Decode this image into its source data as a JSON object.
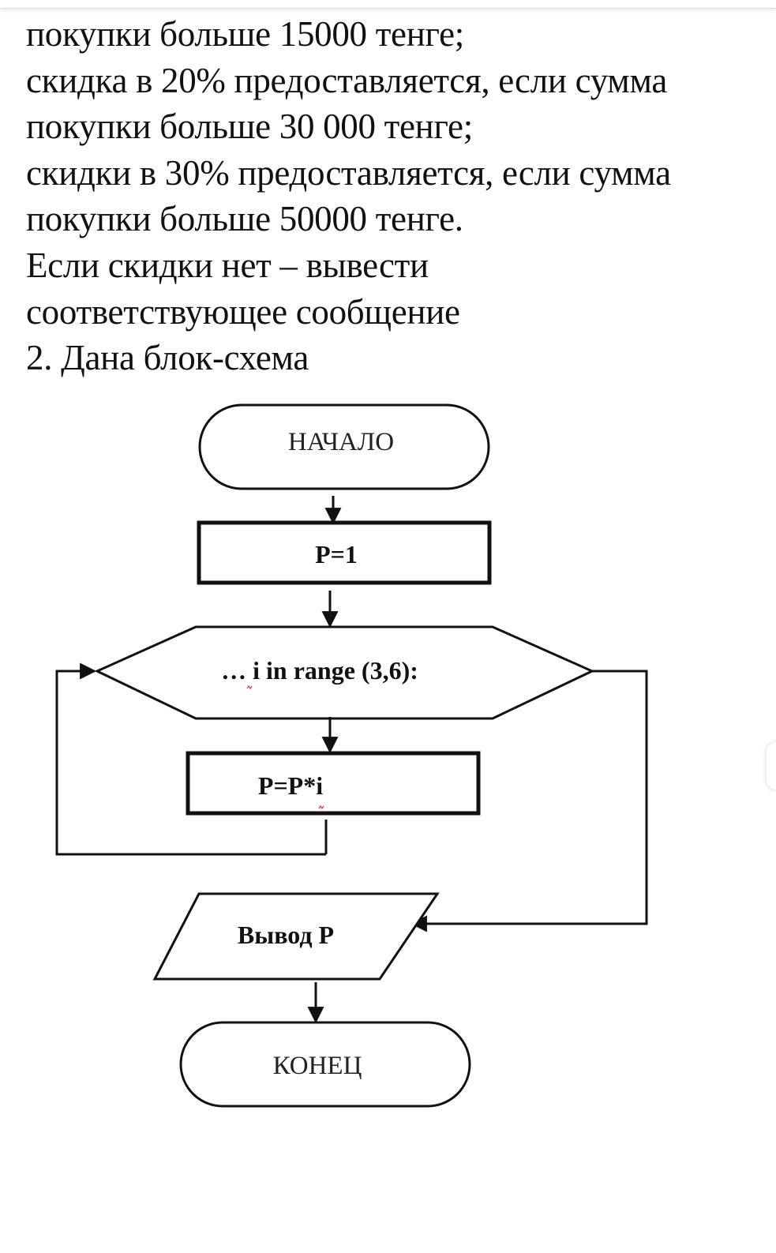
{
  "document": {
    "lines": [
      "покупки больше 15000 тенге;",
      "скидка в 20% предоставляется, если сумма",
      "покупки больше 30 000 тенге;",
      "скидки в 30% предоставляется, если сумма",
      "покупки больше 50000 тенге.",
      "Если скидки нет – вывести",
      "соответствующее сообщение",
      "2. Дана блок-схема"
    ]
  },
  "flowchart": {
    "start_label": "НАЧАЛО",
    "init_label": "P=1",
    "loop_label": "… i in range (3,6):",
    "body_label": "P=P*i",
    "output_label": "Вывод P",
    "end_label": "КОНЕЦ"
  }
}
